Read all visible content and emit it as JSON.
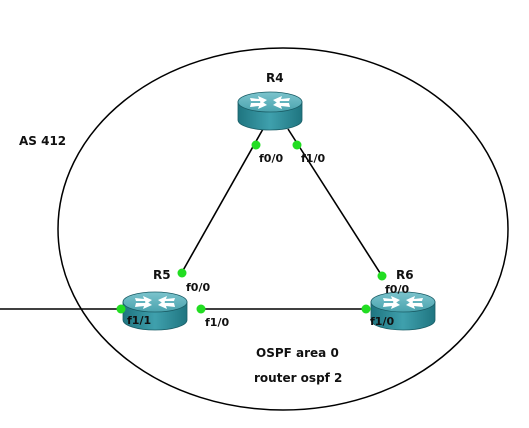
{
  "diagram": {
    "as_label": "AS 412",
    "area_label": "OSPF area 0",
    "process_label": "router ospf 2",
    "routers": [
      {
        "id": "r4",
        "name": "R4"
      },
      {
        "id": "r5",
        "name": "R5"
      },
      {
        "id": "r6",
        "name": "R6"
      }
    ],
    "interfaces": {
      "r4_f00": "f0/0",
      "r4_f10": "f1/0",
      "r5_f00": "f0/0",
      "r5_f11": "f1/1",
      "r5_f10": "f1/0",
      "r6_f00": "f0/0",
      "r6_f10": "f1/0"
    },
    "colors": {
      "router_body": "#2a8f9b",
      "router_top": "#5fb3bf",
      "link": "#000000",
      "port_up": "#22dd22",
      "boundary": "#000000"
    }
  }
}
